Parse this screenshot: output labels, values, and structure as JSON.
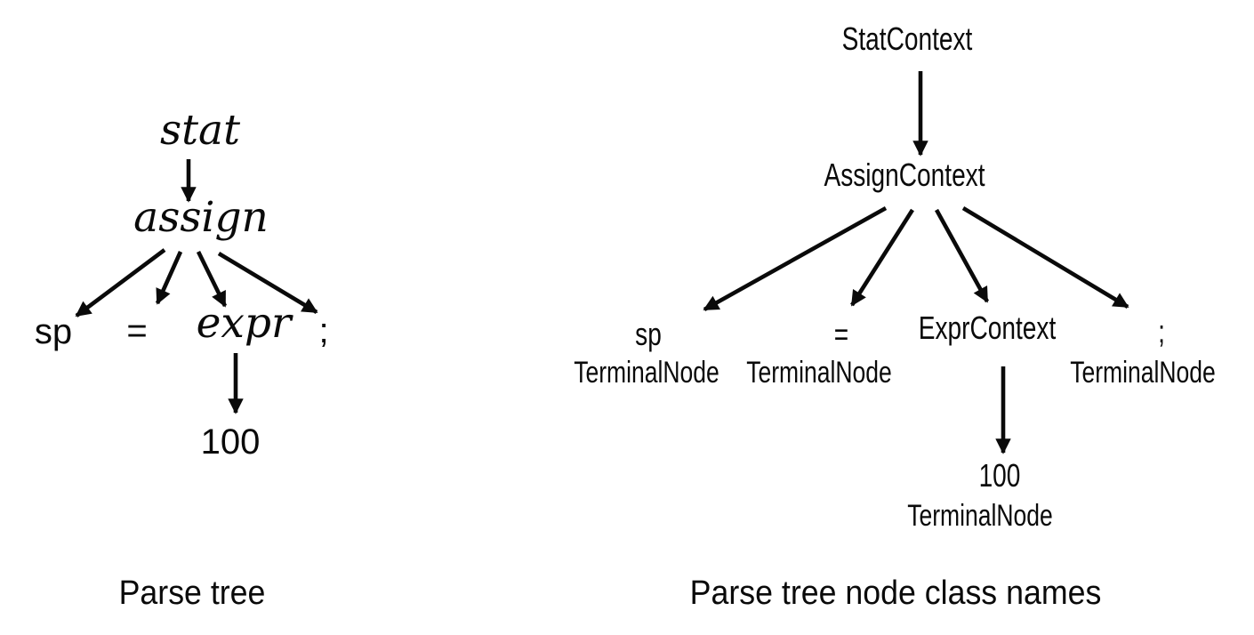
{
  "colors": {
    "ink": "#0a0a0a",
    "background": "#ffffff"
  },
  "left_tree": {
    "caption": "Parse tree",
    "nodes": {
      "stat": "stat",
      "assign": "assign",
      "sp": "sp",
      "equals": "=",
      "expr": "expr",
      "semicolon": ";",
      "value": "100"
    },
    "edges": [
      [
        "stat",
        "assign"
      ],
      [
        "assign",
        "sp"
      ],
      [
        "assign",
        "equals"
      ],
      [
        "assign",
        "expr"
      ],
      [
        "assign",
        "semicolon"
      ],
      [
        "expr",
        "value"
      ]
    ]
  },
  "right_tree": {
    "caption": "Parse tree node class names",
    "nodes": {
      "stat": "StatContext",
      "assign": "AssignContext",
      "sp_token": "sp",
      "sp_class": "TerminalNode",
      "equals_token": "=",
      "equals_class": "TerminalNode",
      "expr": "ExprContext",
      "semicolon_token": ";",
      "semicolon_class": "TerminalNode",
      "value_token": "100",
      "value_class": "TerminalNode"
    },
    "edges": [
      [
        "stat",
        "assign"
      ],
      [
        "assign",
        "sp_token"
      ],
      [
        "assign",
        "equals_token"
      ],
      [
        "assign",
        "expr"
      ],
      [
        "assign",
        "semicolon_token"
      ],
      [
        "expr",
        "value_token"
      ]
    ]
  }
}
